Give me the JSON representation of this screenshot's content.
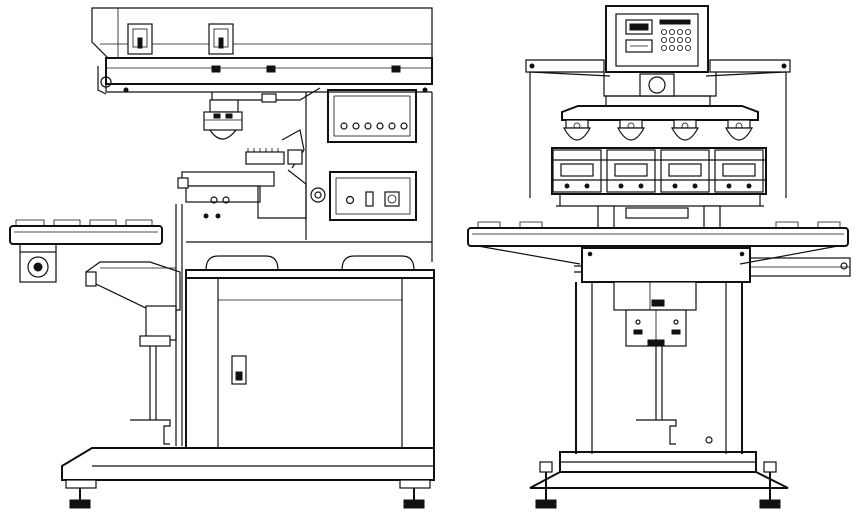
{
  "diagram": {
    "views": [
      {
        "name": "side-view"
      },
      {
        "name": "front-view"
      }
    ],
    "colors": {
      "line": "#111111",
      "background": "#ffffff"
    },
    "control_panel_indicator_count": 6,
    "ink_cup_count": 4
  }
}
